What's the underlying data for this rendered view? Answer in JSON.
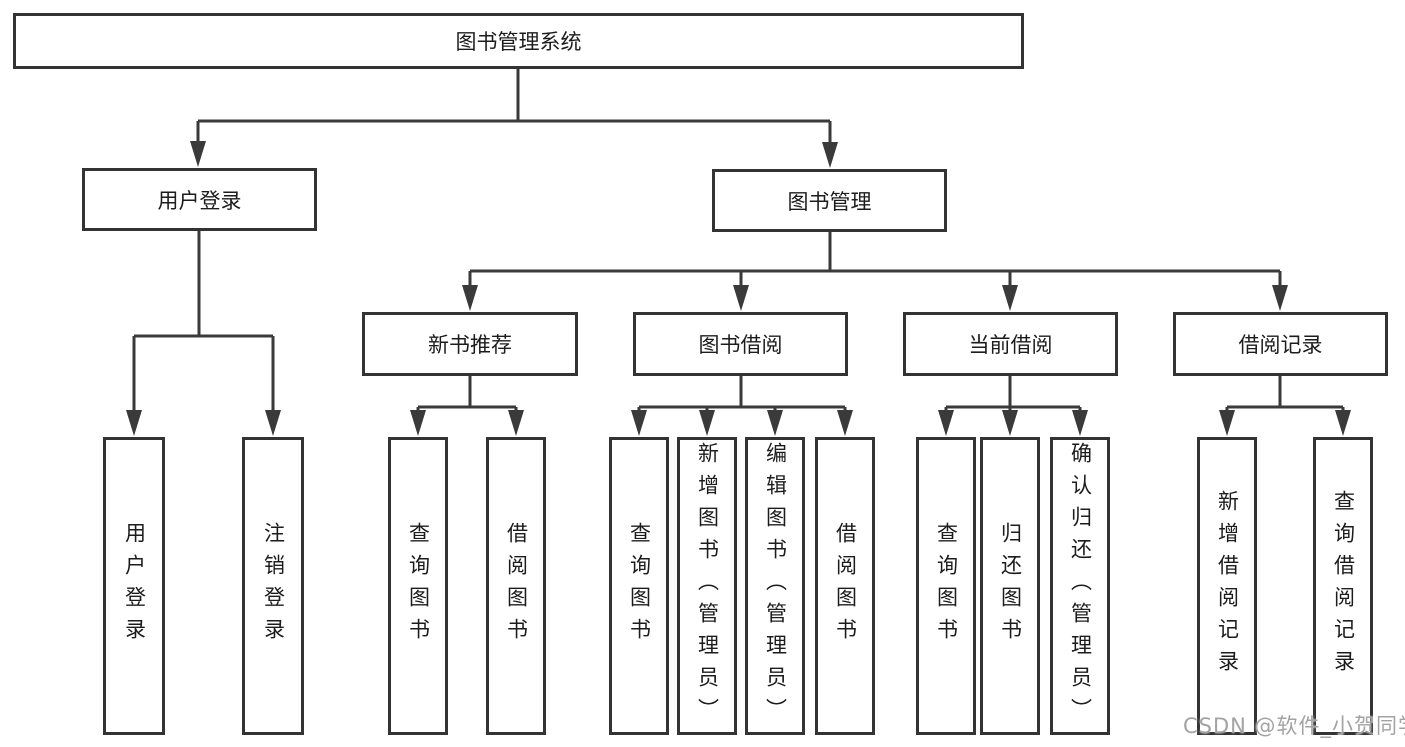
{
  "diagram": {
    "root": {
      "label": "图书管理系统"
    },
    "login": {
      "label": "用户登录",
      "children": [
        {
          "label": "用户登录"
        },
        {
          "label": "注销登录"
        }
      ]
    },
    "management": {
      "label": "图书管理",
      "sections": [
        {
          "label": "新书推荐",
          "children": [
            {
              "label": "查询图书"
            },
            {
              "label": "借阅图书"
            }
          ]
        },
        {
          "label": "图书借阅",
          "children": [
            {
              "label": "查询图书"
            },
            {
              "label": "新增图书（管理员）"
            },
            {
              "label": "编辑图书（管理员）"
            },
            {
              "label": "借阅图书"
            }
          ]
        },
        {
          "label": "当前借阅",
          "children": [
            {
              "label": "查询图书"
            },
            {
              "label": "归还图书"
            },
            {
              "label": "确认归还（管理员）"
            }
          ]
        },
        {
          "label": "借阅记录",
          "children": [
            {
              "label": "新增借阅记录"
            },
            {
              "label": "查询借阅记录"
            }
          ]
        }
      ]
    }
  },
  "watermark": {
    "text": "CSDN @软件_小贺同学"
  },
  "colors": {
    "line": "#3a3a3a",
    "box_border": "#333333",
    "box_fill": "#ffffff",
    "label": "#1c1c1c",
    "watermark": "#a3a3a3",
    "background": "#ffffff"
  }
}
